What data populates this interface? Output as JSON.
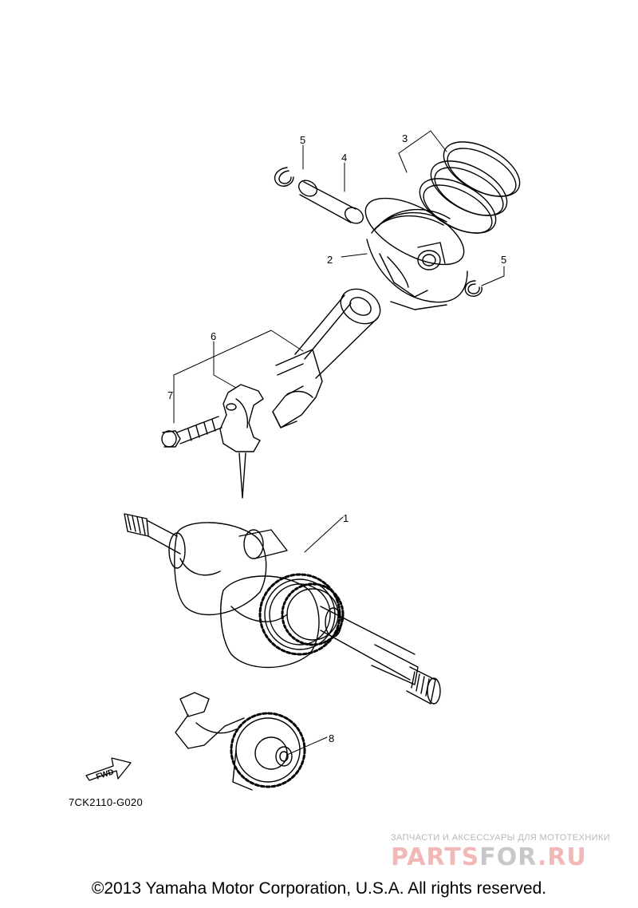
{
  "callouts": {
    "c1": "1",
    "c2": "2",
    "c3": "3",
    "c4": "4",
    "c5a": "5",
    "c5b": "5",
    "c6": "6",
    "c7": "7",
    "c8": "8"
  },
  "fwd_label": "FWD",
  "part_code": "7CK2110-G020",
  "watermark": {
    "tagline": "ЗАПЧАСТИ И АКСЕССУАРЫ ДЛЯ МОТОТЕХНИКИ",
    "logo_part1": "PARTS",
    "logo_part2": "FOR",
    "logo_part3": ".RU"
  },
  "copyright": "©2013 Yamaha Motor Corporation, U.S.A. All rights reserved."
}
